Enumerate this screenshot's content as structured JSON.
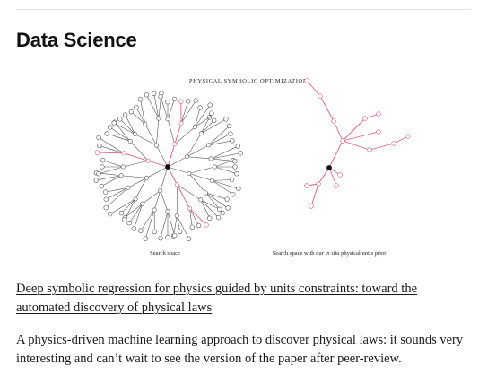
{
  "section": {
    "title": "Data Science"
  },
  "figure": {
    "title": "PHYSICAL SYMBOLIC OPTIMIZATION",
    "caption_left": "Search space",
    "caption_right_prefix": "Search space with our ",
    "caption_right_emphasis": "in situ",
    "caption_right_suffix": " physical units prior",
    "colors": {
      "highlight": "#e0607e",
      "node": "#555555",
      "root": "#111111"
    }
  },
  "article": {
    "link_text": "Deep symbolic regression for physics guided by units constraints: toward the automated discovery of physical laws",
    "summary": "A physics-driven machine learning approach to discover physical laws: it sounds very interesting and can’t wait to see the version of the paper after peer-review."
  }
}
